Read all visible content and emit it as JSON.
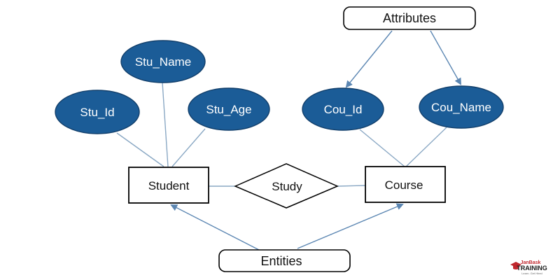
{
  "colors": {
    "attribute_fill": "#1b5c97",
    "attribute_stroke": "#123f6b",
    "attribute_text": "#ffffff",
    "connector": "#8aa8c4",
    "arrow": "#5b86b2",
    "box_stroke": "#000000",
    "text": "#111111"
  },
  "diagram": {
    "callouts": {
      "attributes": "Attributes",
      "entities": "Entities"
    },
    "entities": {
      "student": "Student",
      "course": "Course"
    },
    "relationship": "Study",
    "attributes": {
      "stu_id": "Stu_Id",
      "stu_name": "Stu_Name",
      "stu_age": "Stu_Age",
      "cou_id": "Cou_Id",
      "cou_name": "Cou_Name"
    }
  },
  "logo": {
    "brand_top": "JanBask",
    "brand_bottom": "TRAINING",
    "tagline": "Learn. Get Hired",
    "icon": "graduation-cap-icon"
  }
}
